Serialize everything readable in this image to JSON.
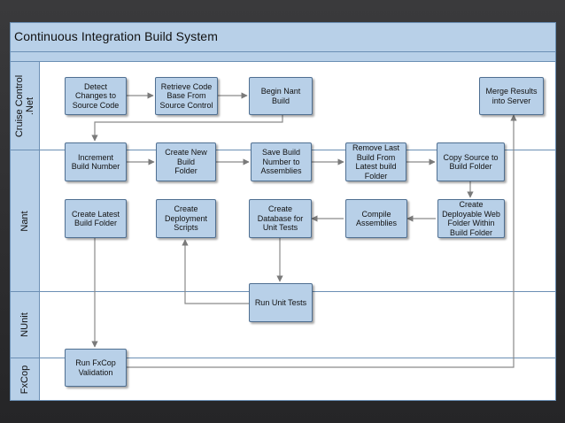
{
  "title": "Continuous Integration Build System",
  "colors": {
    "lane_fill": "#b8d0e8",
    "box_fill": "#b8d0e8",
    "border": "#4f6f91",
    "arrow": "#7a7a7a"
  },
  "lanes": [
    {
      "id": "ccnet",
      "label": "Cruise Control\n.Net"
    },
    {
      "id": "nant",
      "label": "Nant"
    },
    {
      "id": "nunit",
      "label": "NUnit"
    },
    {
      "id": "fxcop",
      "label": "FxCop"
    }
  ],
  "steps": {
    "detect": "Detect\nChanges to\nSource Code",
    "retrieve": "Retrieve Code\nBase From\nSource Control",
    "begin_nant": "Begin Nant\nBuild",
    "merge": "Merge Results\ninto Server",
    "increment": "Increment\nBuild Number",
    "create_folder": "Create New\nBuild\nFolder",
    "save_build": "Save Build\nNumber to\nAssemblies",
    "remove_last": "Remove Last\nBuild From\nLatest build\nFolder",
    "copy_source": "Copy Source to\nBuild Folder",
    "create_latest": "Create Latest\nBuild Folder",
    "create_deploy": "Create\nDeployment\nScripts",
    "create_db": "Create\nDatabase for\nUnit Tests",
    "compile": "Compile\nAssemblies",
    "create_web": "Create\nDeployable Web\nFolder Within\nBuild Folder",
    "run_unit": "Run Unit Tests",
    "run_fxcop": "Run FxCop\nValidation"
  }
}
